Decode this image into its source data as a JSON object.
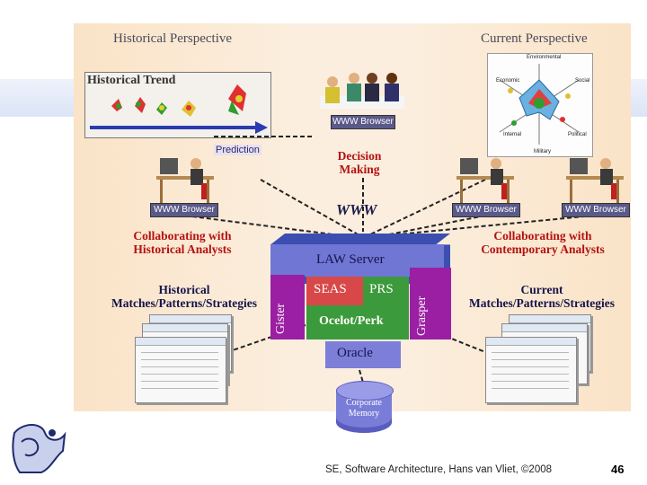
{
  "slide": {
    "historical_perspective": "Historical Perspective",
    "current_perspective": "Current Perspective",
    "historical_trend": "Historical Trend",
    "prediction": "Prediction",
    "www_browser": "WWW Browser",
    "decision_making": "Decision Making",
    "www": "WWW",
    "collab_hist": "Collaborating with Historical Analysts",
    "collab_contemp": "Collaborating with Contemporary Analysts",
    "hist_matches": "Historical Matches/Patterns/Strategies",
    "curr_matches": "Current Matches/Patterns/Strategies",
    "law_server": "LAW Server",
    "gister": "Gister",
    "grasper": "Grasper",
    "seas": "SEAS",
    "prs": "PRS",
    "ocelot_perk": "Ocelot/Perk",
    "oracle": "Oracle",
    "corporate_memory": "Corporate Memory",
    "radar_labels": {
      "environmental": "Environmental",
      "economic": "Economic",
      "social": "Social",
      "internal": "Internal",
      "political": "Political",
      "military": "Military"
    }
  },
  "footer": {
    "citation": "SE, Software Architecture, Hans van Vliet, ©2008",
    "page_number": "46"
  },
  "colors": {
    "panel_bg": "#fbeede",
    "red_text": "#b31212",
    "law_blue": "#3c4fb0",
    "purple": "#9b1fa3",
    "seas_red": "#d84848",
    "green": "#3b9a3b",
    "oracle_blue": "#7c7ed8"
  }
}
